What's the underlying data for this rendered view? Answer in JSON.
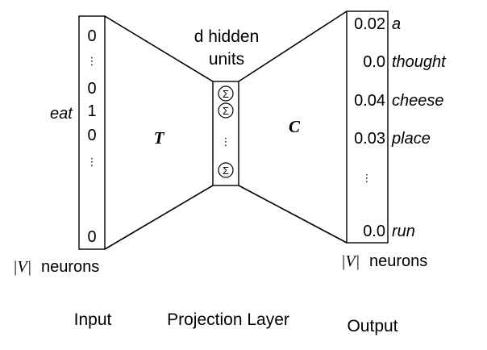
{
  "input": {
    "values": [
      "0",
      "⋮",
      "0",
      "1",
      "0",
      "⋮",
      "0"
    ],
    "word_label": "eat",
    "size_label_math": "|V|",
    "size_label_text": "neurons",
    "caption": "Input"
  },
  "transform_in": {
    "symbol": "T"
  },
  "projection": {
    "label_line1": "d hidden",
    "label_line2": "units",
    "unit_symbol": "Σ",
    "ellipsis": "⋮",
    "caption": "Projection Layer"
  },
  "transform_out": {
    "symbol": "C"
  },
  "output": {
    "rows": [
      {
        "value": "0.02",
        "word": "a"
      },
      {
        "value": "0.0",
        "word": "thought"
      },
      {
        "value": "0.04",
        "word": "cheese"
      },
      {
        "value": "0.03",
        "word": "place"
      },
      {
        "value": "⋮",
        "word": ""
      },
      {
        "value": "0.0",
        "word": "run"
      }
    ],
    "size_label_math": "|V|",
    "size_label_text": "neurons",
    "caption": "Output"
  }
}
